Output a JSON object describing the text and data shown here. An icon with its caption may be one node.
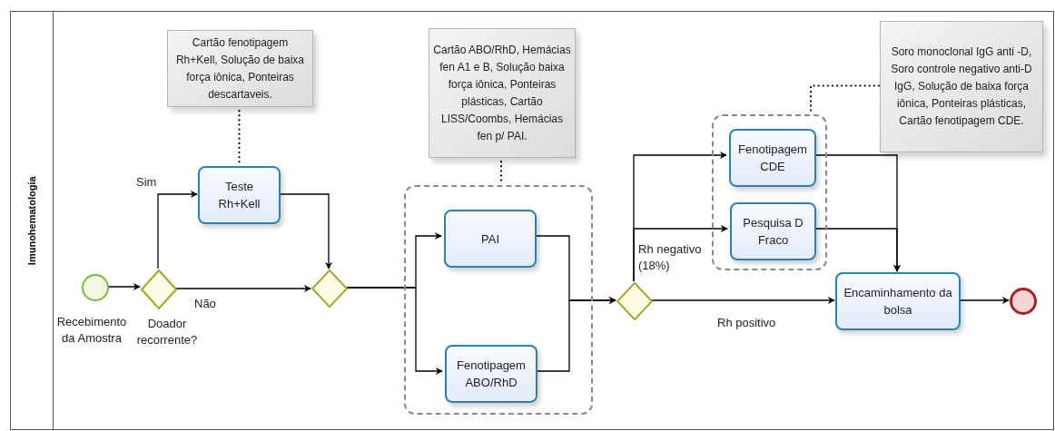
{
  "diagram": {
    "nodes": [
      {
        "text": [
          "Imunohematologia"
        ]
      },
      {
        "text": [],
        "shape": "circle",
        "in": 0,
        "beside": [
          "Recebimento da Amostra"
        ]
      },
      {
        "text": [],
        "shape": "diamond",
        "in": 0,
        "beside": [
          "Doador recorrente?"
        ]
      },
      {
        "text": [
          "Cartão fenotipagem Rh+Kell, Solução de baixa força iônica, Ponteiras descartaveis."
        ],
        "in": 0
      },
      {
        "text": [
          "Teste Rh+Kell"
        ],
        "in": 0
      },
      {
        "text": [],
        "shape": "diamond",
        "in": 0
      },
      {
        "text": [
          "Cartão ABO/RhD, Hemácias fen A1 e B, Solução baixa força iônica, Ponteiras plásticas, Cartão LISS/Coombs, Hemácias fen p/ PAI."
        ],
        "in": 0
      },
      {
        "text": [],
        "shape": "box",
        "in": 0
      },
      {
        "text": [
          "PAI"
        ],
        "in": 7
      },
      {
        "text": [
          "Fenotipagem ABO/RhD"
        ],
        "in": 7
      },
      {
        "text": [],
        "shape": "diamond",
        "in": 0
      },
      {
        "text": [],
        "shape": "box",
        "in": 0
      },
      {
        "text": [
          "Soro monoclonal IgG anti -D, Soro controle negativo anti-D IgG, Solução de baixa força iônica,  Ponteiras plásticas, Cartão fenotipagem CDE."
        ],
        "in": 0
      },
      {
        "text": [
          "Fenotipagem CDE"
        ],
        "in": 11
      },
      {
        "text": [
          "Pesquisa D Fraco"
        ],
        "in": 11
      },
      {
        "text": [
          "Encaminhamento da bolsa"
        ],
        "in": 0
      },
      {
        "text": [],
        "shape": "circle",
        "in": 0
      }
    ],
    "edges": [
      {
        "from": 1,
        "to": 2,
        "arrow": "to"
      },
      {
        "from": 2,
        "to": 4,
        "arrow": "to",
        "label": "Sim"
      },
      {
        "from": 2,
        "to": 5,
        "arrow": "to",
        "label": "Não"
      },
      {
        "from": 3,
        "to": 4,
        "arrow": "none",
        "style": "dashed"
      },
      {
        "from": 4,
        "to": 5,
        "arrow": "to"
      },
      {
        "from": 5,
        "to": 8,
        "arrow": "to"
      },
      {
        "from": 5,
        "to": 9,
        "arrow": "to"
      },
      {
        "from": 6,
        "to": 7,
        "arrow": "none",
        "style": "dashed"
      },
      {
        "from": 8,
        "to": 10,
        "arrow": "to"
      },
      {
        "from": 9,
        "to": 10,
        "arrow": "to"
      },
      {
        "from": 10,
        "to": 13,
        "arrow": "to"
      },
      {
        "from": 10,
        "to": 14,
        "arrow": "to",
        "label": "Rh negativo (18%)"
      },
      {
        "from": 10,
        "to": 15,
        "arrow": "to",
        "label": "Rh positivo"
      },
      {
        "from": 12,
        "to": 11,
        "arrow": "none",
        "style": "dashed"
      },
      {
        "from": 13,
        "to": 15,
        "arrow": "to"
      },
      {
        "from": 14,
        "to": 15,
        "arrow": "to"
      },
      {
        "from": 15,
        "to": 16,
        "arrow": "to"
      }
    ]
  }
}
